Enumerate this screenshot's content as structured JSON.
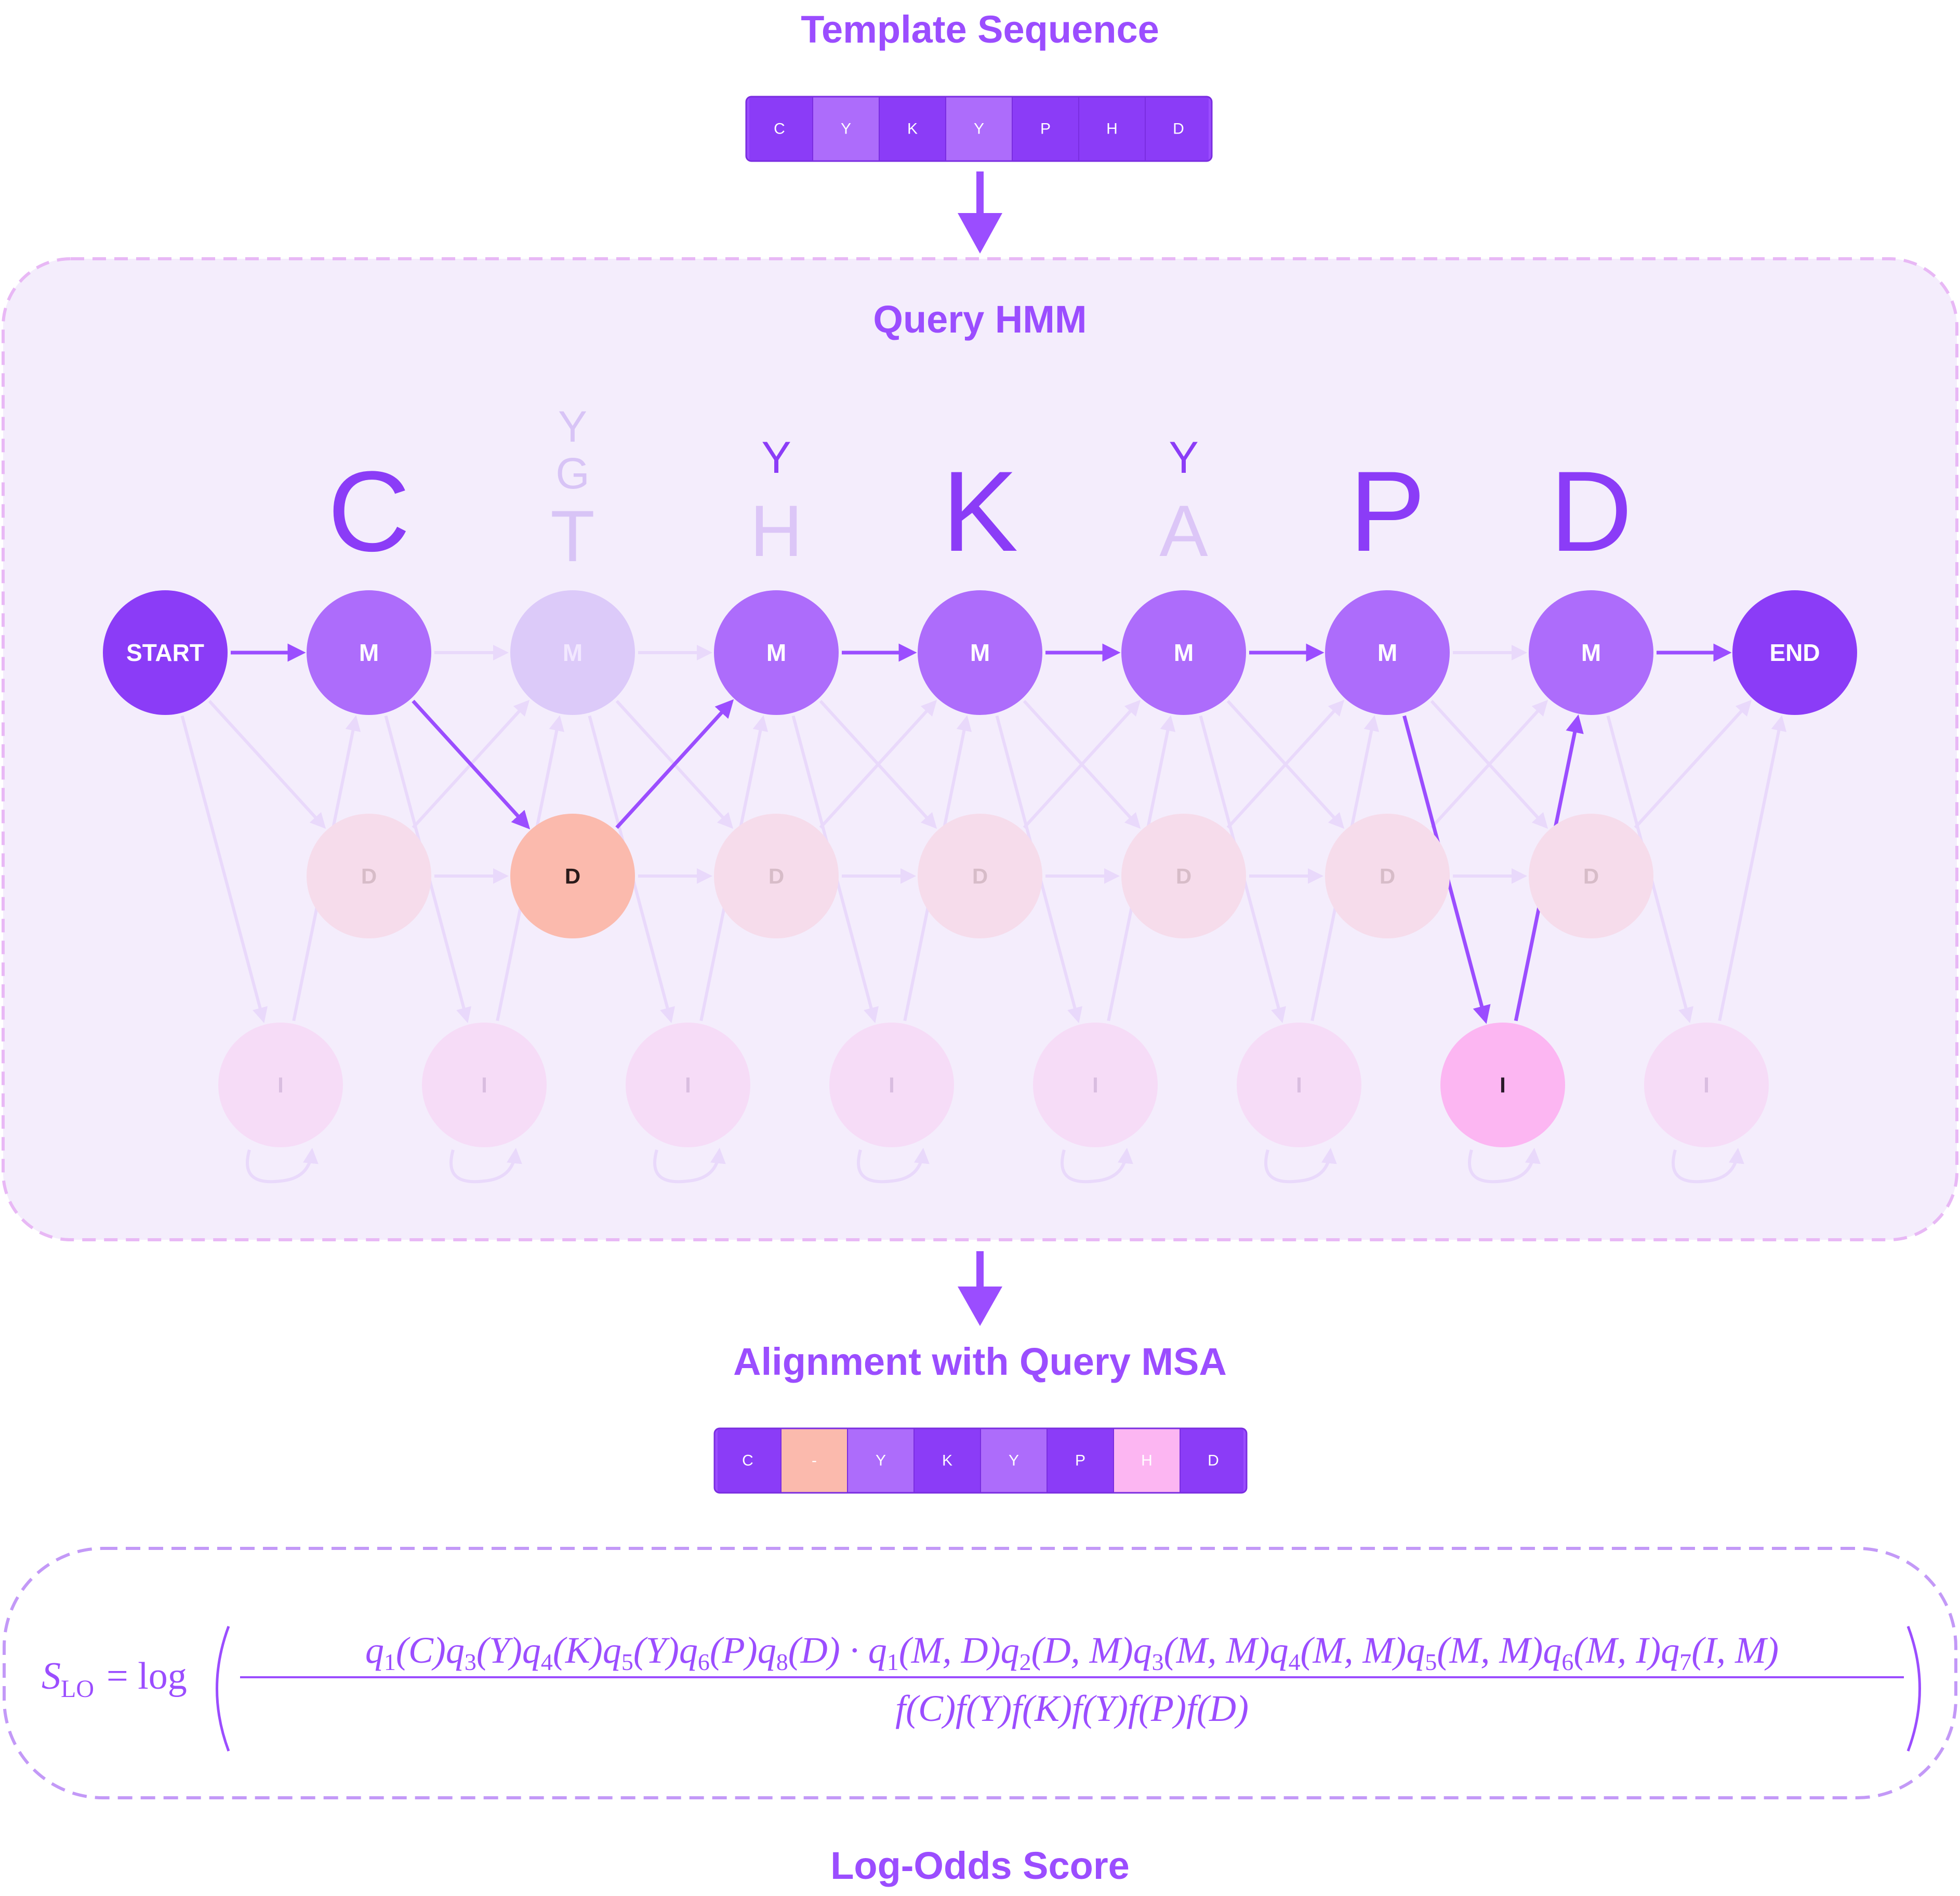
{
  "colors": {
    "accent": "#9b4dff",
    "accent_dark": "#8b3cf7",
    "match": "#ad6cfb",
    "match_light": "#dccaf9",
    "match_mid": "#b98bf8",
    "delete_active": "#fbbaad",
    "delete_faded": "#f6dceb",
    "insert_active": "#fcb6f2",
    "insert_faded": "#f6dcf7",
    "panel_bg": "#f4edfc",
    "panel_border": "#e8b8f5",
    "score_border": "#c399f7"
  },
  "titles": {
    "template": "Template Sequence",
    "hmm": "Query HMM",
    "alignment": "Alignment with Query MSA",
    "score": "Log-Odds Score"
  },
  "template_sequence": [
    "C",
    "Y",
    "K",
    "Y",
    "P",
    "H",
    "D"
  ],
  "alignment_sequence": [
    "C",
    "-",
    "Y",
    "K",
    "Y",
    "P",
    "H",
    "D"
  ],
  "hmm": {
    "start_label": "START",
    "end_label": "END",
    "match_label": "M",
    "delete_label": "D",
    "insert_label": "I",
    "columns": [
      {
        "letters": [
          "C"
        ],
        "match_active": true,
        "delete_active": false,
        "insert_active": false
      },
      {
        "letters": [
          "Y",
          "G",
          "T"
        ],
        "match_active": false,
        "delete_active": true,
        "insert_active": false
      },
      {
        "letters": [
          "Y",
          "H"
        ],
        "match_active": true,
        "delete_active": false,
        "insert_active": false
      },
      {
        "letters": [
          "K"
        ],
        "match_active": true,
        "delete_active": false,
        "insert_active": false
      },
      {
        "letters": [
          "Y",
          "A"
        ],
        "match_active": true,
        "delete_active": false,
        "insert_active": false
      },
      {
        "letters": [
          "P"
        ],
        "match_active": true,
        "delete_active": false,
        "insert_active": true
      },
      {
        "letters": [
          "D"
        ],
        "match_active": true,
        "delete_active": false,
        "insert_active": false
      }
    ]
  },
  "formula": {
    "lhs": "S",
    "lhs_sub": "LO",
    "equals_log": "= log",
    "numerator": [
      [
        "q",
        "1",
        "(C)"
      ],
      [
        "q",
        "3",
        "(Y)"
      ],
      [
        "q",
        "4",
        "(K)"
      ],
      [
        "q",
        "5",
        "(Y)"
      ],
      [
        "q",
        "6",
        "(P)"
      ],
      [
        "q",
        "8",
        "(D)"
      ],
      [
        "·",
        "",
        ""
      ],
      [
        "q",
        "1",
        "(M, D)"
      ],
      [
        "q",
        "2",
        "(D, M)"
      ],
      [
        "q",
        "3",
        "(M, M)"
      ],
      [
        "q",
        "4",
        "(M, M)"
      ],
      [
        "q",
        "5",
        "(M, M)"
      ],
      [
        "q",
        "6",
        "(M, I)"
      ],
      [
        "q",
        "7",
        "(I, M)"
      ]
    ],
    "denominator": "f(C)f(Y)f(K)f(Y)f(P)f(D)"
  }
}
